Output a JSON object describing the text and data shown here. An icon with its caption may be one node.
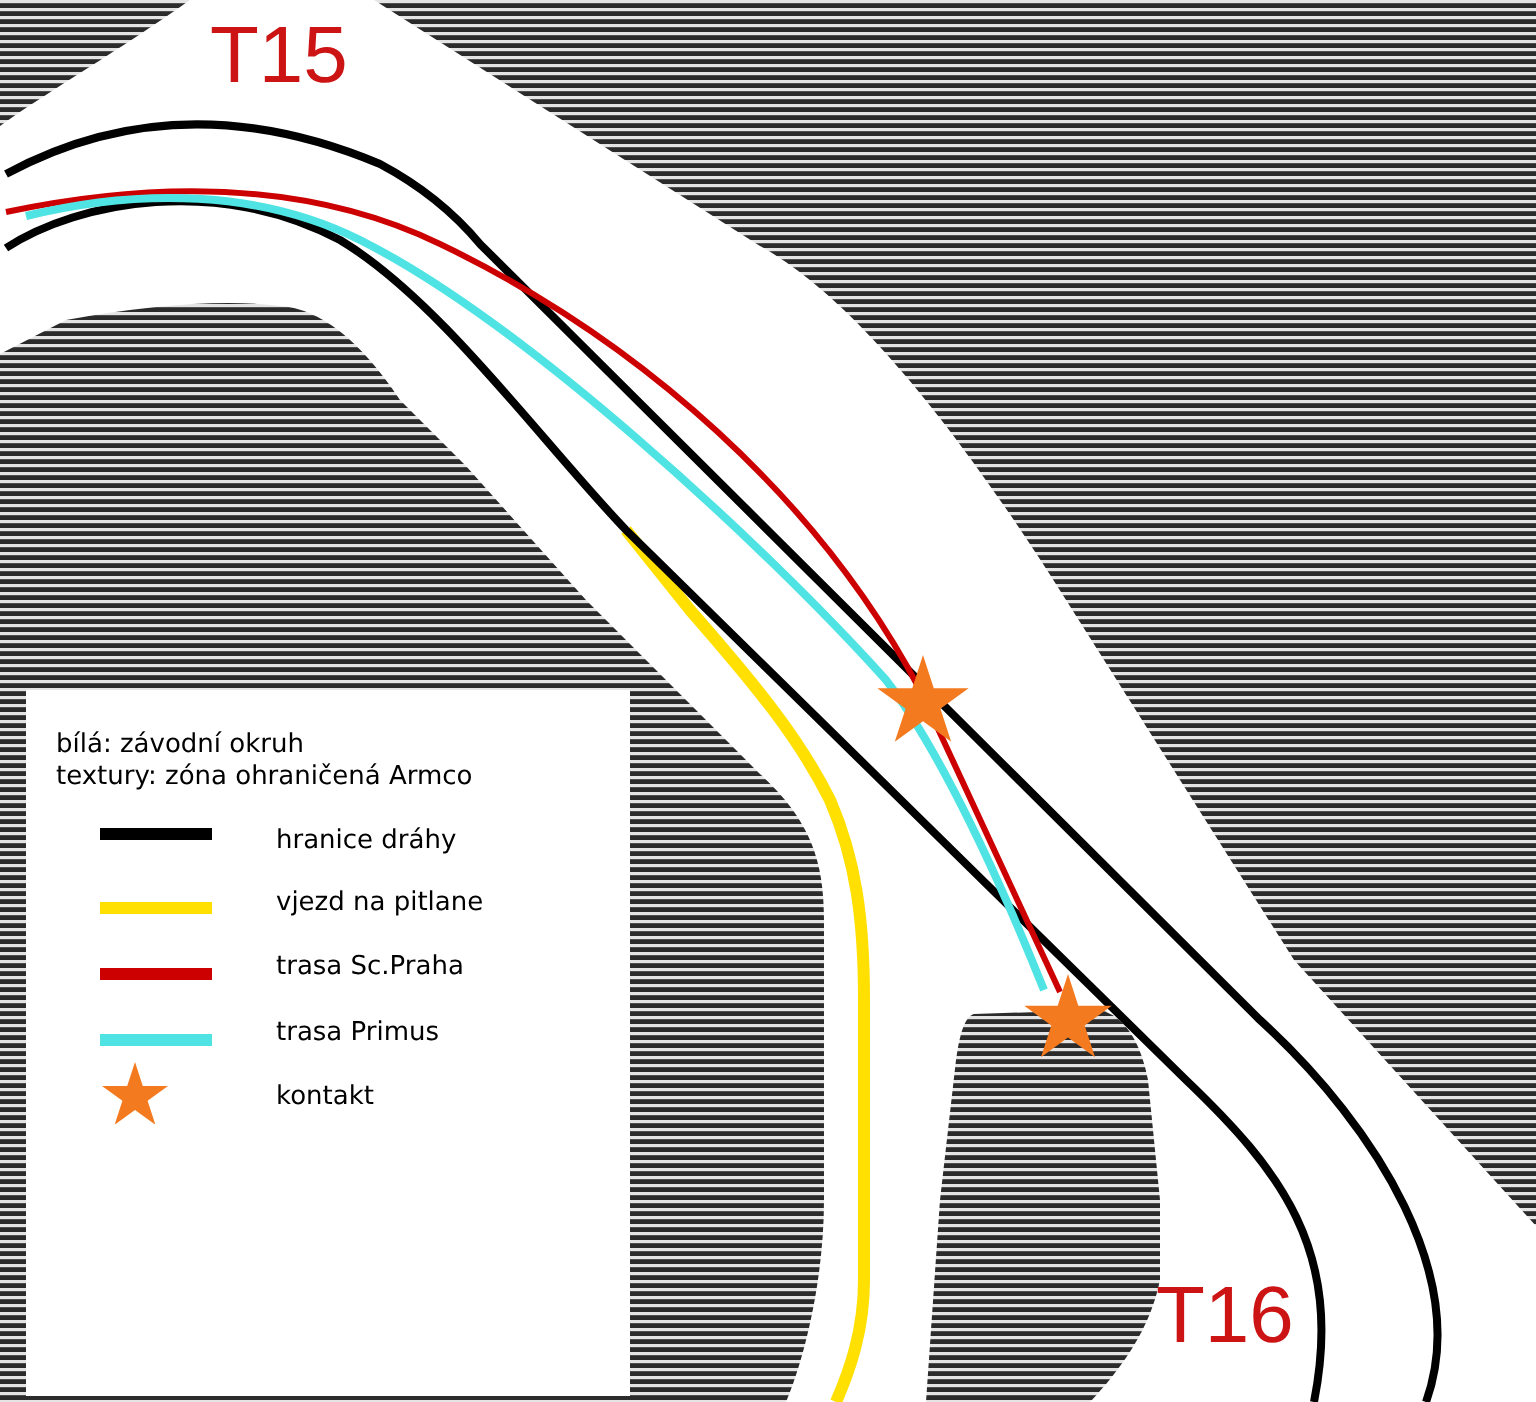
{
  "diagram": {
    "labels": [
      "T15",
      "bílá: závodní okruh",
      "textury: zóna ohraničená Armco",
      "T16"
    ],
    "legend": [
      {
        "text": "hranice dráhy"
      },
      {
        "text": "vjezd na pitlane"
      },
      {
        "text": "trasa Sc.Praha"
      },
      {
        "text": "trasa Primus"
      },
      {
        "text": "kontakt"
      }
    ]
  }
}
